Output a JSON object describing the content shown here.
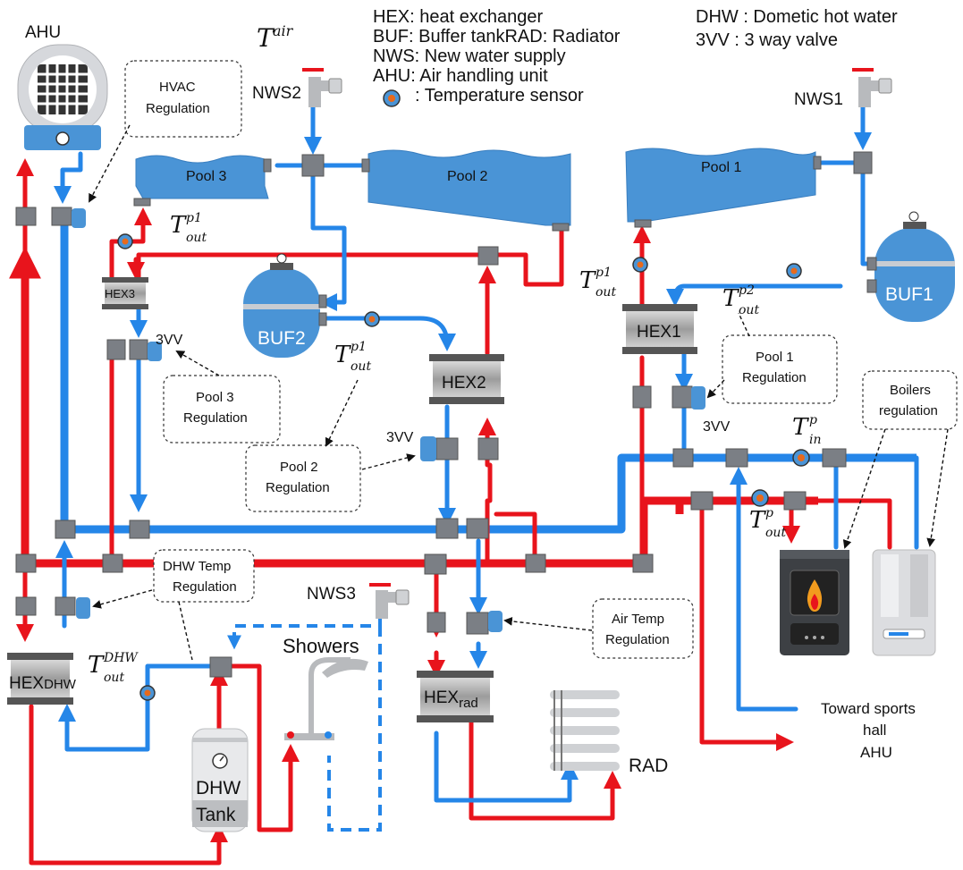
{
  "legend": {
    "hex": "HEX: heat exchanger",
    "buf_rad": "BUF: Buffer tankRAD: Radiator",
    "nws": "NWS: New water supply",
    "ahu": "AHU: Air handling unit",
    "sensor": ": Temperature sensor",
    "dhw": "DHW : Dometic hot water",
    "vv3": "3VV : 3 way valve"
  },
  "labels": {
    "ahu": "AHU",
    "nws1": "NWS1",
    "nws2": "NWS2",
    "nws3": "NWS3",
    "pool1": "Pool 1",
    "pool2": "Pool 2",
    "pool3": "Pool 3",
    "buf1": "BUF1",
    "buf2": "BUF2",
    "hex1": "HEX1",
    "hex2": "HEX2",
    "hex3": "HEX3",
    "hex_dhw_main": "HEX",
    "hex_dhw_sub": "DHW",
    "hex_rad_main": "HEX",
    "hex_rad_sub": "rad",
    "vv3_a": "3VV",
    "vv3_b": "3VV",
    "vv3_c": "3VV",
    "showers": "Showers",
    "rad": "RAD",
    "dhw_tank_1": "DHW",
    "dhw_tank_2": "Tank",
    "toward_1": "Toward sports",
    "toward_2": "hall",
    "toward_3": "AHU"
  },
  "regulation": {
    "hvac_1": "HVAC",
    "hvac_2": "Regulation",
    "pool1_1": "Pool 1",
    "pool1_2": "Regulation",
    "pool2_1": "Pool 2",
    "pool2_2": "Regulation",
    "pool3_1": "Pool 3",
    "pool3_2": "Regulation",
    "boilers_1": "Boilers",
    "boilers_2": "regulation",
    "dhw_1": "DHW Temp",
    "dhw_2": "Regulation",
    "air_1": "Air Temp",
    "air_2": "Regulation"
  },
  "math": {
    "t": "T",
    "air": "air",
    "out": "out",
    "in": "in",
    "p1": "p1",
    "p2": "p2",
    "p": "p",
    "dhw": "DHW"
  },
  "colors": {
    "hot": "#e8141c",
    "cold": "#2586e8",
    "pool": "#4a94d6",
    "fitting": "#7b7f85"
  },
  "icons": [
    "fan-icon",
    "flame-icon",
    "gauge-icon",
    "temperature-sensor-icon",
    "valve-icon",
    "shower-head-icon"
  ]
}
